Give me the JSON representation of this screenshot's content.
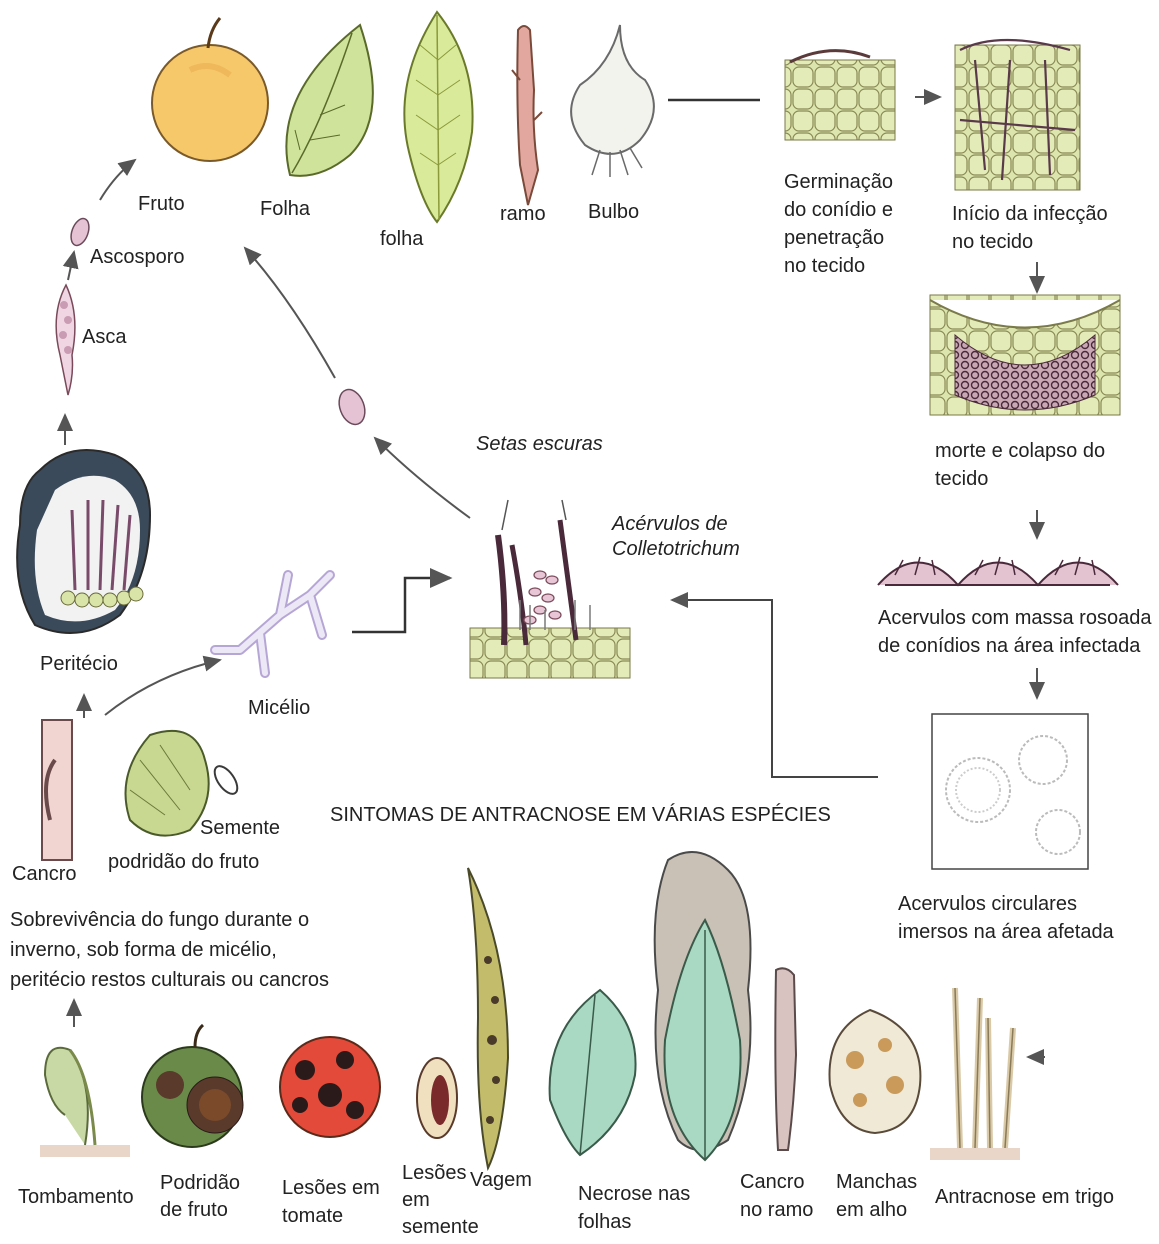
{
  "diagram": {
    "top_row": {
      "fruto": "Fruto",
      "folha1": "Folha",
      "folha2": "folha",
      "ramo": "ramo",
      "bulbo": "Bulbo"
    },
    "life_cycle": {
      "ascosporo": "Ascosporo",
      "asca": "Asca",
      "peritecio": "Peritécio",
      "micelio": "Micélio",
      "setas": "Setas escuras",
      "acervulos": "Acérvulos de\nColletotrichum",
      "cancro": "Cancro",
      "podridao_fruto": "podridão do fruto",
      "semente": "Semente",
      "sobrevivencia": "Sobrevivência do fungo durante o\ninverno, sob   forma de micélio,\nperitécio restos culturais ou cancros"
    },
    "infection": {
      "germinacao": "Germinação\ndo conídio e\npenetração\nno tecido",
      "inicio": "Início da infecção\nno tecido",
      "morte": "morte e colapso do\ntecido",
      "acervulos_massa": "Acervulos com massa rosoada\nde conídios na área infectada",
      "acervulos_circulares": "Acervulos circulares\nimersos na área afetada"
    },
    "symptoms": {
      "title": "SINTOMAS DE ANTRACNOSE EM VÁRIAS ESPÉCIES",
      "tombamento": "Tombamento",
      "podridao": "Podridão\nde fruto",
      "lesoes_tomate": "Lesões em\ntomate",
      "lesoes_semente": "Lesões\nem\nsemente",
      "vagem": "Vagem",
      "necrose": "Necrose nas\nfolhas",
      "cancro_ramo": "Cancro\nno ramo",
      "manchas_alho": "Manchas\nem alho",
      "antracnose_trigo": "Antracnose em trigo"
    },
    "colors": {
      "arrow": "#555555",
      "cell_fill": "#d9e3a9",
      "cell_stroke": "#7a7a4a",
      "necrotic": "#5a3a4a",
      "pink": "#e8c6d6"
    }
  }
}
